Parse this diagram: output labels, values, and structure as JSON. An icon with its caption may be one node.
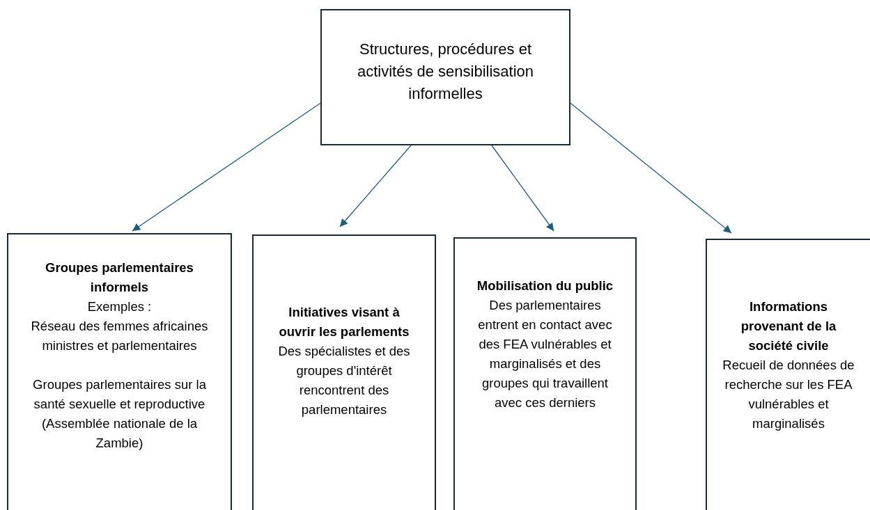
{
  "diagram": {
    "nodes": [
      {
        "text": [
          "Structures, procédures et activités de sensibilisation informelles"
        ]
      },
      {
        "text": [
          "Groupes parlementaires informels",
          "Exemples :",
          "Réseau des femmes africaines ministres et parlementaires",
          "Groupes parlementaires sur la santé sexuelle et reproductive (Assemblée nationale de la Zambie)"
        ]
      },
      {
        "text": [
          "Initiatives visant à ouvrir les parlements",
          "Des spécialistes et des groupes d'intérêt rencontrent des parlementaires"
        ]
      },
      {
        "text": [
          "Mobilisation du public",
          "Des parlementaires entrent en contact avec des FEA vulnérables et marginalisés et des groupes qui travaillent avec ces derniers"
        ]
      },
      {
        "text": [
          "Informations provenant de la société civile",
          "Recueil de données de recherche sur les FEA vulnérables et marginalisés"
        ]
      }
    ],
    "edges": [
      {
        "from": 0,
        "to": 1,
        "arrow": "to"
      },
      {
        "from": 0,
        "to": 2,
        "arrow": "to"
      },
      {
        "from": 0,
        "to": 3,
        "arrow": "to"
      },
      {
        "from": 0,
        "to": 4,
        "arrow": "to"
      }
    ]
  }
}
